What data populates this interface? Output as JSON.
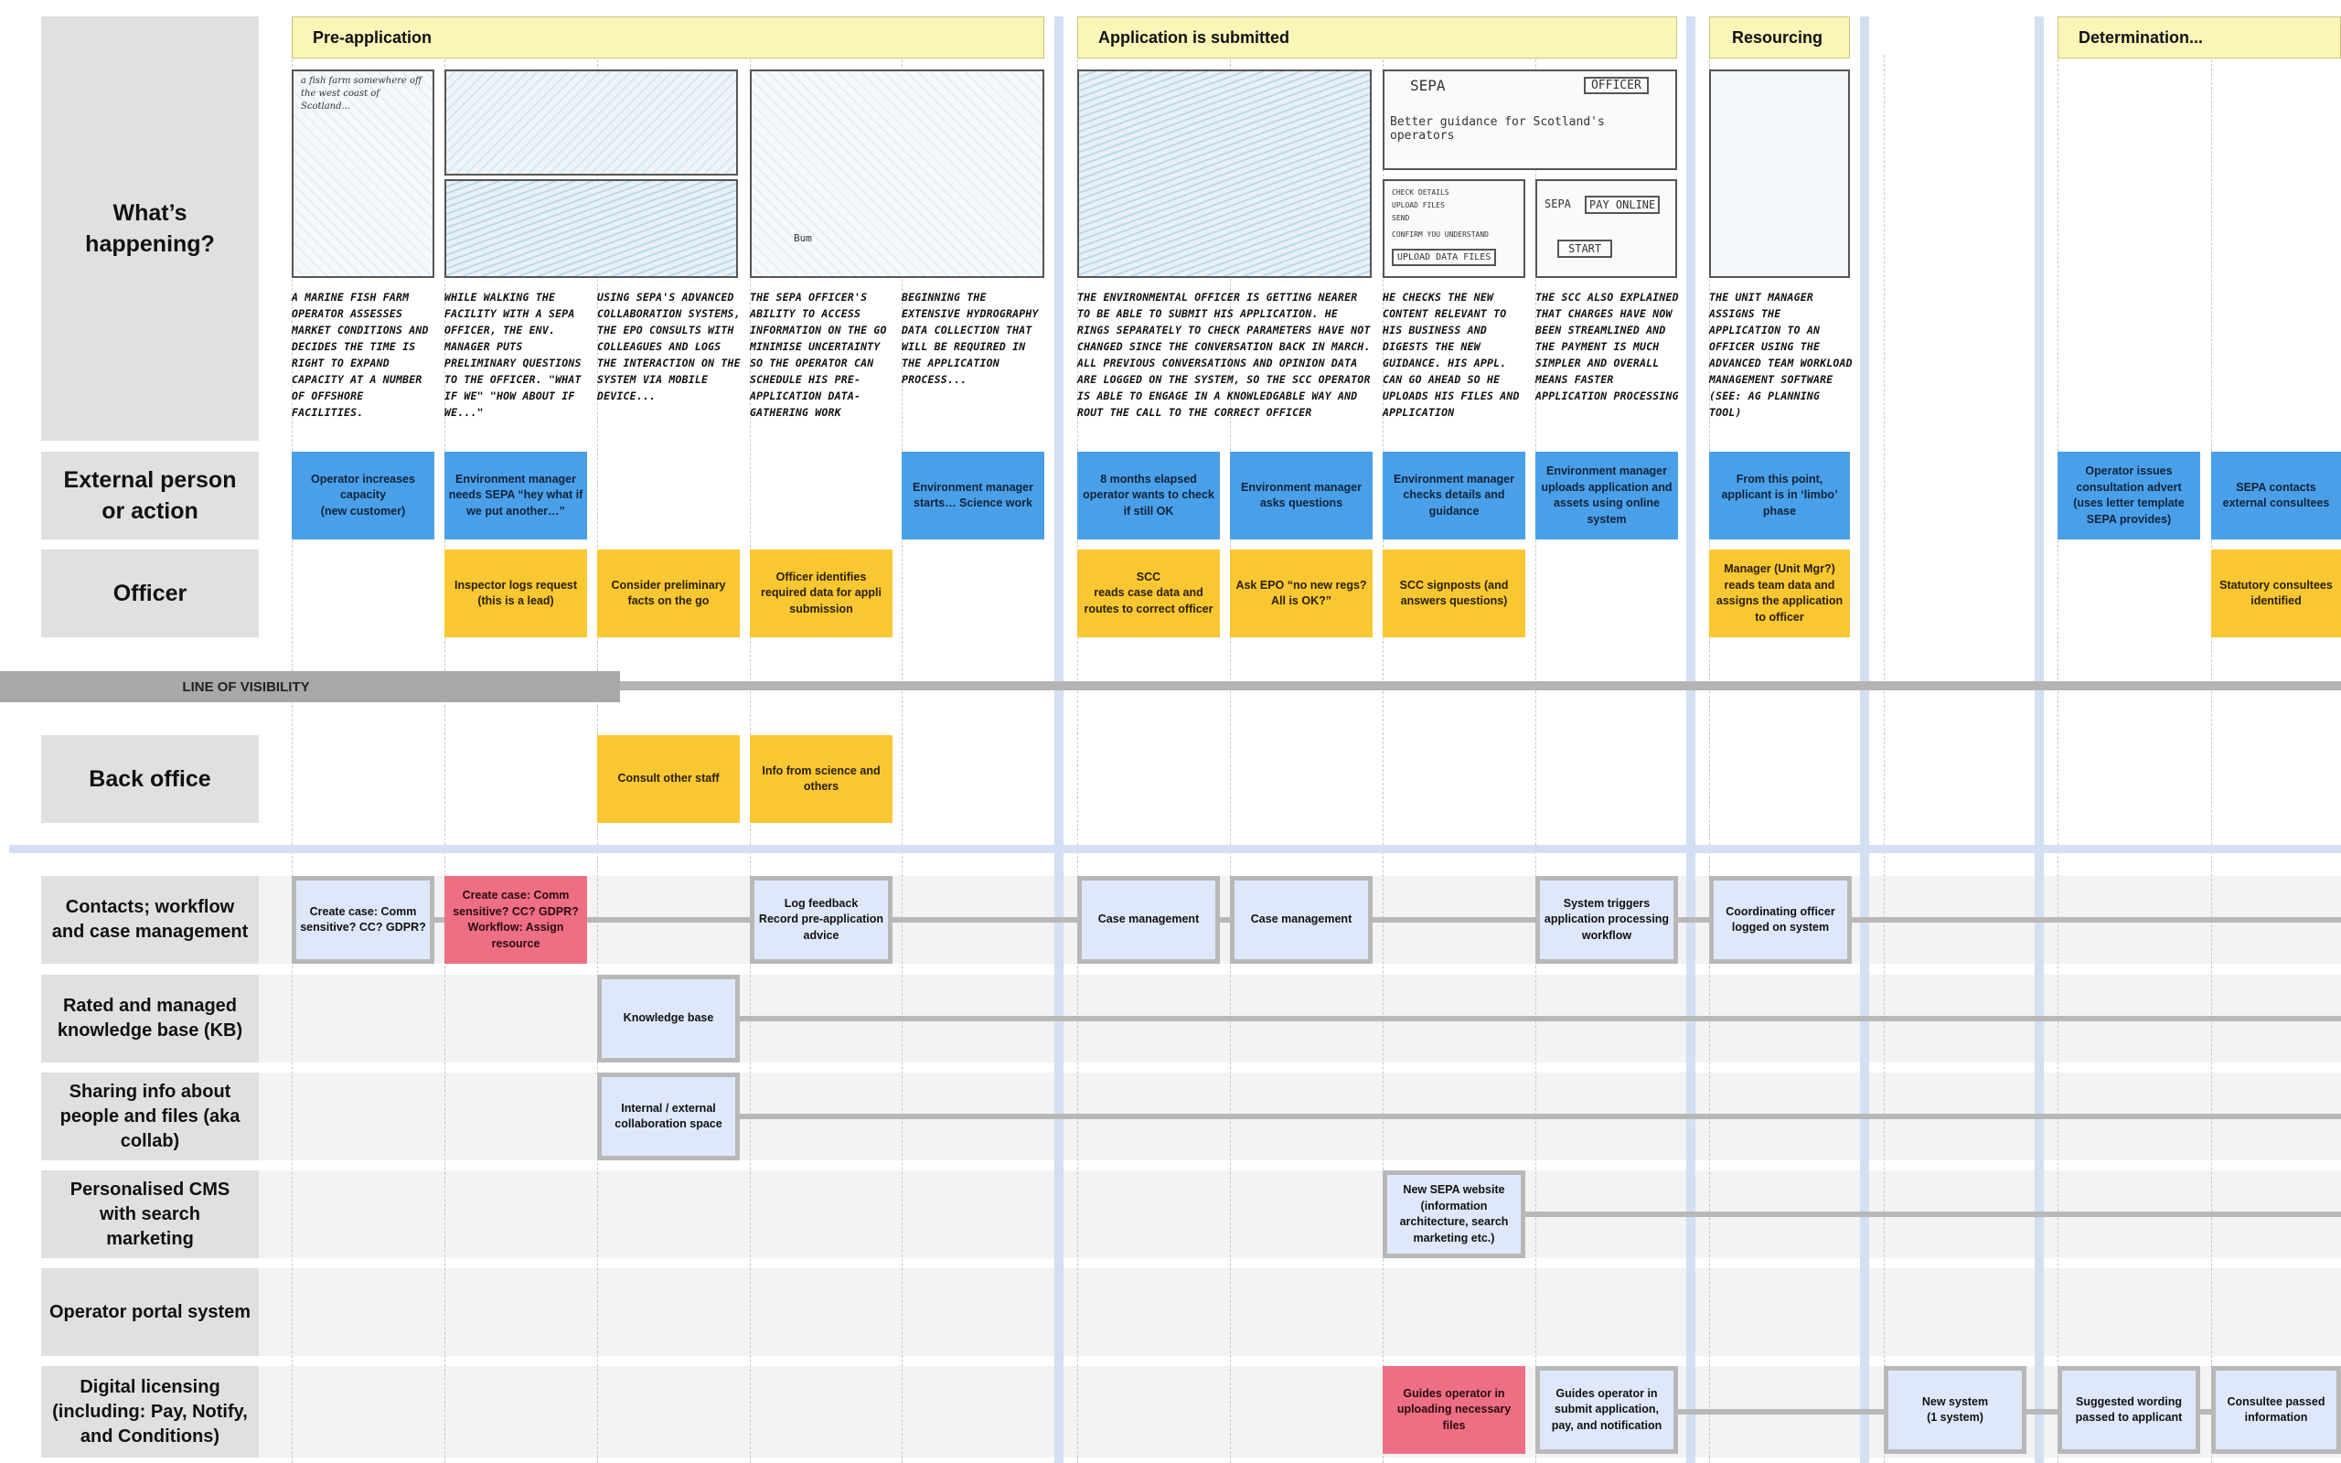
{
  "rows": {
    "whats_happening": "What’s happening?",
    "external": "External person or action",
    "officer": "Officer",
    "back_office": "Back office",
    "contacts": "Contacts; workflow and case management",
    "kb": "Rated and managed knowledge base (KB)",
    "sharing": "Sharing info about people and files (aka collab)",
    "cms": "Personalised CMS with search marketing",
    "portal": "Operator portal system",
    "licensing": "Digital licensing (including: Pay, Notify, and Conditions)"
  },
  "line_of_visibility": "LINE OF VISIBILITY",
  "phases": {
    "pre_application": "Pre-application",
    "submitted": "Application is submitted",
    "resourcing": "Resourcing",
    "determination": "Determination..."
  },
  "sketch_notes": {
    "fish_farm": "a fish farm somewhere off the west coast of Scotland...",
    "sepa_logo": "SEPA",
    "officer_tab": "OFFICER",
    "guidance_banner": "Better guidance for Scotland's operators",
    "check1": "CHECK DETAILS",
    "check2": "UPLOAD FILES",
    "check3": "SEND",
    "confirm": "CONFIRM YOU UNDERSTAND",
    "upload": "UPLOAD DATA FILES",
    "pay_sepa": "SEPA",
    "pay_online": "PAY ONLINE",
    "start": "START",
    "bum": "Bum"
  },
  "narratives": {
    "n1": "A MARINE FISH FARM OPERATOR ASSESSES MARKET CONDITIONS AND DECIDES THE TIME IS RIGHT TO EXPAND CAPACITY AT A NUMBER OF OFFSHORE FACILITIES.",
    "n2": "WHILE WALKING THE FACILITY WITH A SEPA OFFICER, THE ENV. MANAGER PUTS PRELIMINARY QUESTIONS TO THE OFFICER. \"WHAT IF WE\" \"HOW ABOUT IF WE...\"",
    "n3": "USING SEPA'S ADVANCED COLLABORATION SYSTEMS, THE EPO CONSULTS WITH COLLEAGUES AND LOGS THE INTERACTION ON THE SYSTEM VIA MOBILE DEVICE...",
    "n4": "THE SEPA OFFICER'S ABILITY TO ACCESS INFORMATION ON THE GO MINIMISE UNCERTAINTY SO THE OPERATOR CAN SCHEDULE HIS PRE-APPLICATION DATA-GATHERING WORK",
    "n5": "BEGINNING THE EXTENSIVE HYDROGRAPHY DATA COLLECTION THAT WILL BE REQUIRED IN THE APPLICATION PROCESS...",
    "n6": "THE ENVIRONMENTAL OFFICER IS GETTING NEARER TO BE ABLE TO SUBMIT HIS APPLICATION. HE RINGS SEPARATELY TO CHECK PARAMETERS HAVE NOT CHANGED SINCE THE CONVERSATION BACK IN MARCH. ALL PREVIOUS CONVERSATIONS AND OPINION DATA ARE LOGGED ON THE SYSTEM, SO THE SCC OPERATOR IS ABLE TO ENGAGE IN A KNOWLEDGABLE WAY AND ROUT THE CALL TO THE CORRECT OFFICER",
    "n7": "HE CHECKS THE NEW CONTENT RELEVANT TO HIS BUSINESS AND DIGESTS THE NEW GUIDANCE. HIS APPL. CAN GO AHEAD SO HE UPLOADS HIS FILES AND APPLICATION",
    "n8": "THE SCC ALSO EXPLAINED THAT CHARGES HAVE NOW BEEN STREAMLINED AND THE PAYMENT IS MUCH SIMPLER AND OVERALL MEANS FASTER APPLICATION PROCESSING",
    "n9": "THE UNIT MANAGER ASSIGNS THE APPLICATION TO AN OFFICER USING THE ADVANCED TEAM WORKLOAD MANAGEMENT SOFTWARE (SEE: AG PLANNING TOOL)"
  },
  "external_cards": {
    "e1": "Operator increases capacity\n(new customer)",
    "e2": "Environment manager needs SEPA “hey what if we put another…”",
    "e3": "Environment manager starts… Science work",
    "e4": "8 months elapsed operator wants to check if still OK",
    "e5": "Environment manager asks questions",
    "e6": "Environment manager checks details and guidance",
    "e7": "Environment manager uploads application and assets using online system",
    "e8": "From this point, applicant is in ‘limbo’ phase",
    "e9": "Operator issues consultation advert (uses letter template SEPA provides)",
    "e10": "SEPA contacts external consultees"
  },
  "officer_cards": {
    "o1": "Inspector logs request (this is a lead)",
    "o2": "Consider preliminary facts on the go",
    "o3": "Officer identifies required data for appli submission",
    "o4": "SCC\nreads case data and routes to correct officer",
    "o5": "Ask EPO “no new regs? All is OK?”",
    "o6": "SCC signposts (and answers questions)",
    "o7": "Manager (Unit Mgr?) reads team data and assigns the application to officer",
    "o8": "Statutory consultees identified"
  },
  "back_office_cards": {
    "b1": "Consult other staff",
    "b2": "Info from science and others"
  },
  "contacts_cards": {
    "c1": "Create case: Comm sensitive? CC? GDPR?",
    "c2": "Create case: Comm sensitive? CC? GDPR? Workflow: Assign resource",
    "c3": "Log feedback\nRecord pre-application advice",
    "c4": "Case management",
    "c5": "Case management",
    "c6": "System triggers application processing workflow",
    "c7": "Coordinating officer logged on system"
  },
  "kb_cards": {
    "k1": "Knowledge base"
  },
  "sharing_cards": {
    "s1": "Internal / external collaboration space"
  },
  "cms_cards": {
    "m1": "New SEPA website (information architecture, search marketing etc.)"
  },
  "licensing_cards": {
    "l1": "Guides operator in uploading necessary files",
    "l2": "Guides operator in submit application, pay, and notification",
    "l3": "New system\n(1 system)",
    "l4": "Suggested wording passed to applicant",
    "l5": "Consultee passed information"
  }
}
